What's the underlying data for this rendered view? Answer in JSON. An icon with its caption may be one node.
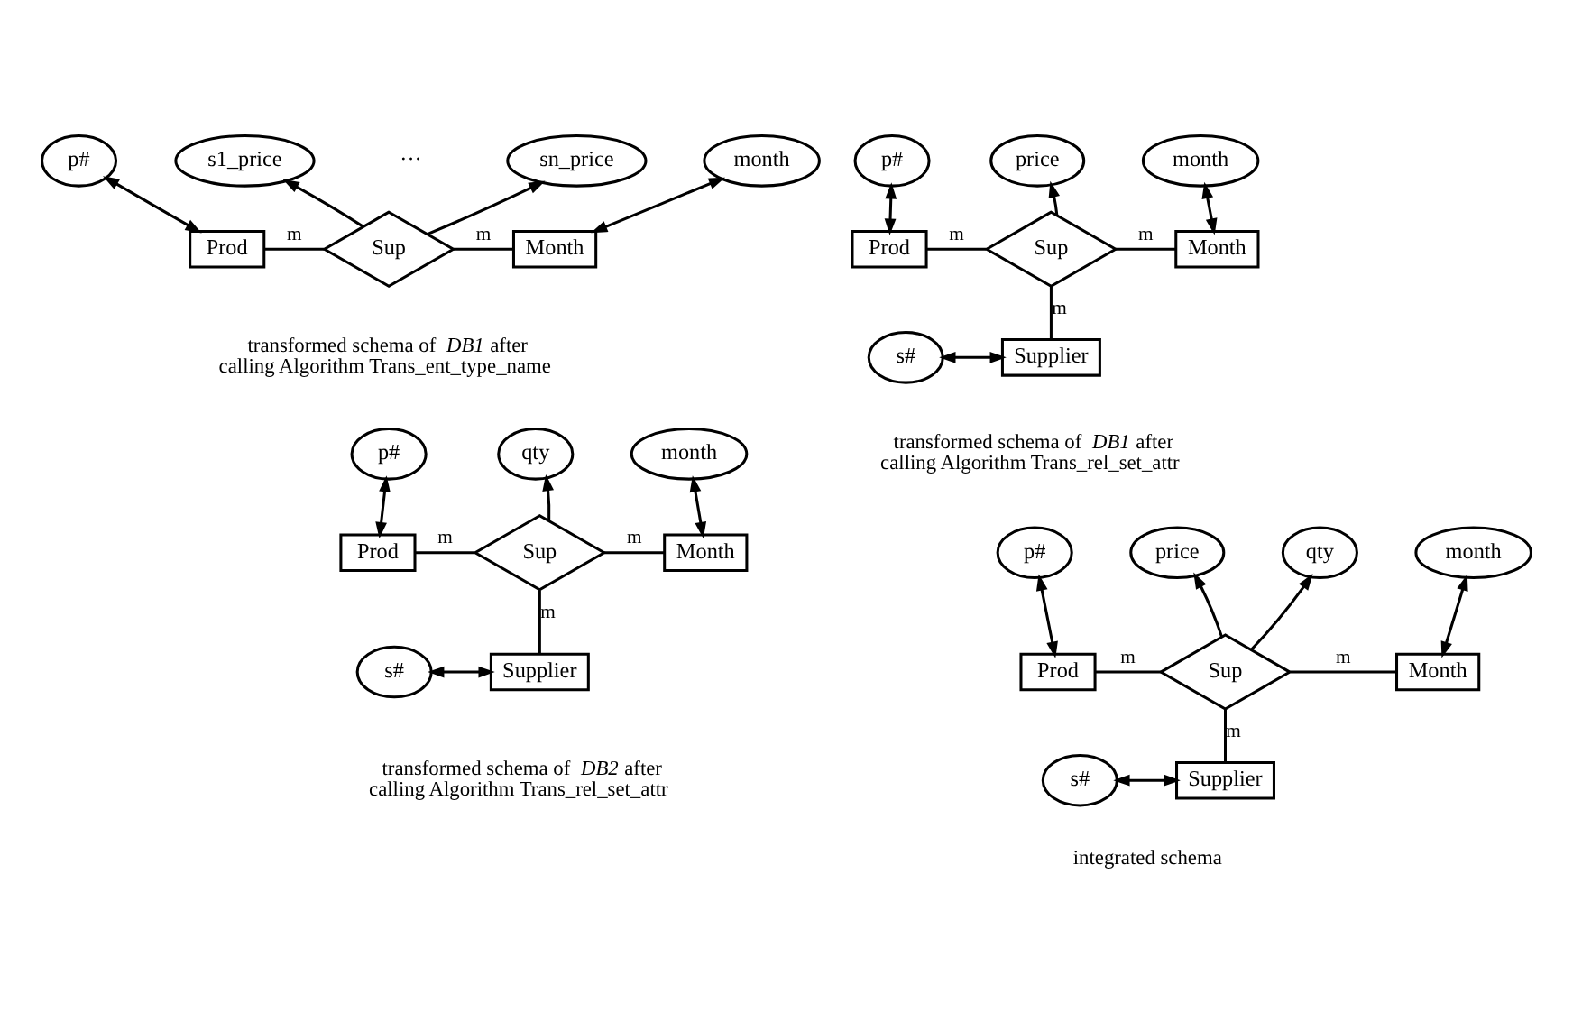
{
  "diagram": {
    "nodes": [
      {
        "text": [
          "p#"
        ]
      },
      {
        "text": [
          "s1_price"
        ]
      },
      {
        "text": [
          "sn_price"
        ]
      },
      {
        "text": [
          "month"
        ]
      },
      {
        "text": [
          "Prod"
        ]
      },
      {
        "text": [
          "Sup"
        ]
      },
      {
        "text": [
          "Month"
        ]
      },
      {
        "text": [
          "p#"
        ]
      },
      {
        "text": [
          "price"
        ]
      },
      {
        "text": [
          "month"
        ]
      },
      {
        "text": [
          "Prod"
        ]
      },
      {
        "text": [
          "Sup"
        ]
      },
      {
        "text": [
          "Month"
        ]
      },
      {
        "text": [
          "s#"
        ]
      },
      {
        "text": [
          "Supplier"
        ]
      },
      {
        "text": [
          "p#"
        ]
      },
      {
        "text": [
          "qty"
        ]
      },
      {
        "text": [
          "month"
        ]
      },
      {
        "text": [
          "Prod"
        ]
      },
      {
        "text": [
          "Sup"
        ]
      },
      {
        "text": [
          "Month"
        ]
      },
      {
        "text": [
          "s#"
        ]
      },
      {
        "text": [
          "Supplier"
        ]
      },
      {
        "text": [
          "p#"
        ]
      },
      {
        "text": [
          "price"
        ]
      },
      {
        "text": [
          "qty"
        ]
      },
      {
        "text": [
          "month"
        ]
      },
      {
        "text": [
          "Prod"
        ]
      },
      {
        "text": [
          "Sup"
        ]
      },
      {
        "text": [
          "Month"
        ]
      },
      {
        "text": [
          "s#"
        ]
      },
      {
        "text": [
          "Supplier"
        ]
      }
    ],
    "edges": [
      {
        "from": 0,
        "to": 4,
        "arrow": "both"
      },
      {
        "from": 4,
        "to": 5,
        "arrow": "none",
        "label": "m"
      },
      {
        "from": 5,
        "to": 1,
        "arrow": "to"
      },
      {
        "from": 5,
        "to": 2,
        "arrow": "to"
      },
      {
        "from": 5,
        "to": 6,
        "arrow": "none",
        "label": "m"
      },
      {
        "from": 3,
        "to": 6,
        "arrow": "both"
      },
      {
        "from": 7,
        "to": 10,
        "arrow": "both"
      },
      {
        "from": 10,
        "to": 11,
        "arrow": "none",
        "label": "m"
      },
      {
        "from": 11,
        "to": 8,
        "arrow": "to"
      },
      {
        "from": 11,
        "to": 12,
        "arrow": "none",
        "label": "m"
      },
      {
        "from": 9,
        "to": 12,
        "arrow": "both"
      },
      {
        "from": 11,
        "to": 14,
        "arrow": "none",
        "label": "m"
      },
      {
        "from": 13,
        "to": 14,
        "arrow": "both"
      },
      {
        "from": 15,
        "to": 18,
        "arrow": "both"
      },
      {
        "from": 18,
        "to": 19,
        "arrow": "none",
        "label": "m"
      },
      {
        "from": 19,
        "to": 16,
        "arrow": "to"
      },
      {
        "from": 19,
        "to": 20,
        "arrow": "none",
        "label": "m"
      },
      {
        "from": 17,
        "to": 20,
        "arrow": "both"
      },
      {
        "from": 19,
        "to": 22,
        "arrow": "none",
        "label": "m"
      },
      {
        "from": 21,
        "to": 22,
        "arrow": "both"
      },
      {
        "from": 23,
        "to": 27,
        "arrow": "both"
      },
      {
        "from": 27,
        "to": 28,
        "arrow": "none",
        "label": "m"
      },
      {
        "from": 28,
        "to": 24,
        "arrow": "to"
      },
      {
        "from": 28,
        "to": 25,
        "arrow": "to"
      },
      {
        "from": 28,
        "to": 29,
        "arrow": "none",
        "label": "m"
      },
      {
        "from": 26,
        "to": 29,
        "arrow": "both"
      },
      {
        "from": 28,
        "to": 31,
        "arrow": "none",
        "label": "m"
      },
      {
        "from": 30,
        "to": 31,
        "arrow": "both"
      }
    ],
    "labels": [
      "···",
      "transformed schema of *DB1* after calling Algorithm Trans_ent_type_name",
      "transformed schema of *DB1* after calling Algorithm Trans_rel_set_attr",
      "transformed schema of *DB2* after calling Algorithm Trans_rel_set_attr",
      "integrated schema"
    ]
  }
}
